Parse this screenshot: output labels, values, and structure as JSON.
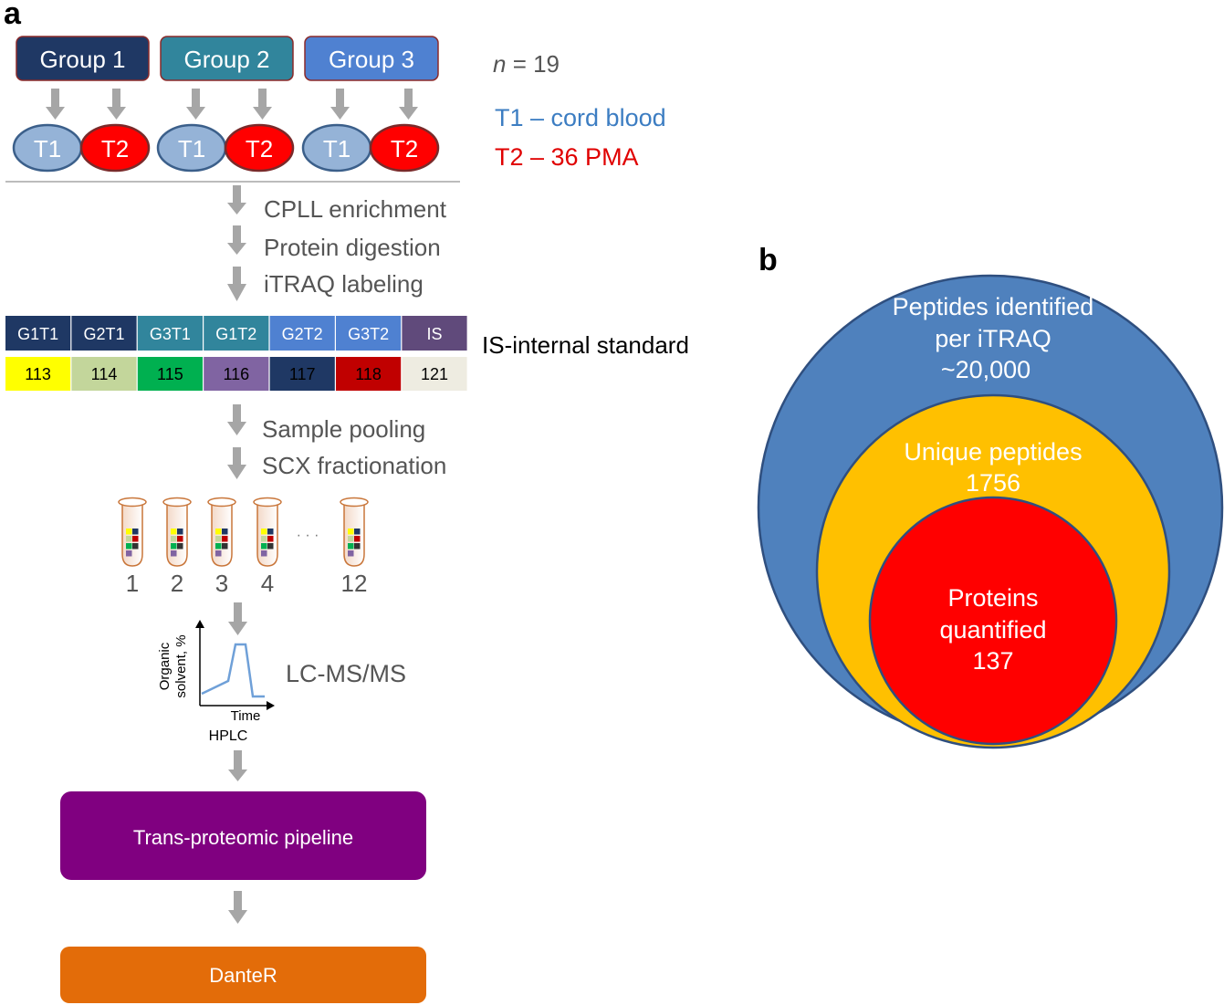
{
  "panel_a": {
    "letter": "a",
    "groups": [
      {
        "label": "Group 1",
        "color": "#1F3864"
      },
      {
        "label": "Group 2",
        "color": "#31859C"
      },
      {
        "label": "Group 3",
        "color": "#4F81D1"
      }
    ],
    "timepoints": {
      "t1": "T1",
      "t2": "T2",
      "t1_color": "#95B3D7",
      "t2_color": "#FF0000"
    },
    "n_prefix": "n",
    "n_suffix": " = 19",
    "legend": {
      "t1": "T1 – cord blood",
      "t2": "T2 – 36 PMA",
      "t1_color": "#3C7DC2",
      "t2_color": "#E00000"
    },
    "steps_1": [
      "CPLL enrichment",
      "Protein digestion",
      "iTRAQ labeling"
    ],
    "label_table": {
      "headers": [
        {
          "text": "G1T1",
          "color": "#1F3864"
        },
        {
          "text": "G2T1",
          "color": "#1F3864"
        },
        {
          "text": "G3T1",
          "color": "#31859C"
        },
        {
          "text": "G1T2",
          "color": "#31859C"
        },
        {
          "text": "G2T2",
          "color": "#4F81D1"
        },
        {
          "text": "G3T2",
          "color": "#4F81D1"
        },
        {
          "text": "IS",
          "color": "#604A7B"
        }
      ],
      "tags": [
        {
          "text": "113",
          "color": "#FFFF00"
        },
        {
          "text": "114",
          "color": "#C3D69B"
        },
        {
          "text": "115",
          "color": "#00B050"
        },
        {
          "text": "116",
          "color": "#8064A2"
        },
        {
          "text": "117",
          "color": "#1F3864"
        },
        {
          "text": "118",
          "color": "#C00000"
        },
        {
          "text": "121",
          "color": "#EEECE1"
        }
      ],
      "note": "IS-internal standard"
    },
    "steps_2": [
      "Sample pooling",
      "SCX fractionation"
    ],
    "fractions": [
      "1",
      "2",
      "3",
      "4",
      "12"
    ],
    "ellipsis": "· · ·",
    "hplc": {
      "ylabel_1": "Organic",
      "ylabel_2": "solvent, %",
      "xlabel": "Time",
      "caption": "HPLC"
    },
    "lcms": "LC-MS/MS",
    "tpp": {
      "label": "Trans-proteomic pipeline",
      "color": "#800080"
    },
    "danter": {
      "label": "DanteR",
      "color": "#E36C09"
    }
  },
  "panel_b": {
    "letter": "b",
    "outer": {
      "line1": "Peptides identified",
      "line2": "per iTRAQ",
      "line3": "~20,000",
      "color": "#4F81BD"
    },
    "middle": {
      "line1": "Unique peptides",
      "line2": "1756",
      "color": "#FFC000"
    },
    "inner": {
      "line1": "Proteins",
      "line2": "quantified",
      "line3": "137",
      "color": "#FF0000"
    }
  }
}
